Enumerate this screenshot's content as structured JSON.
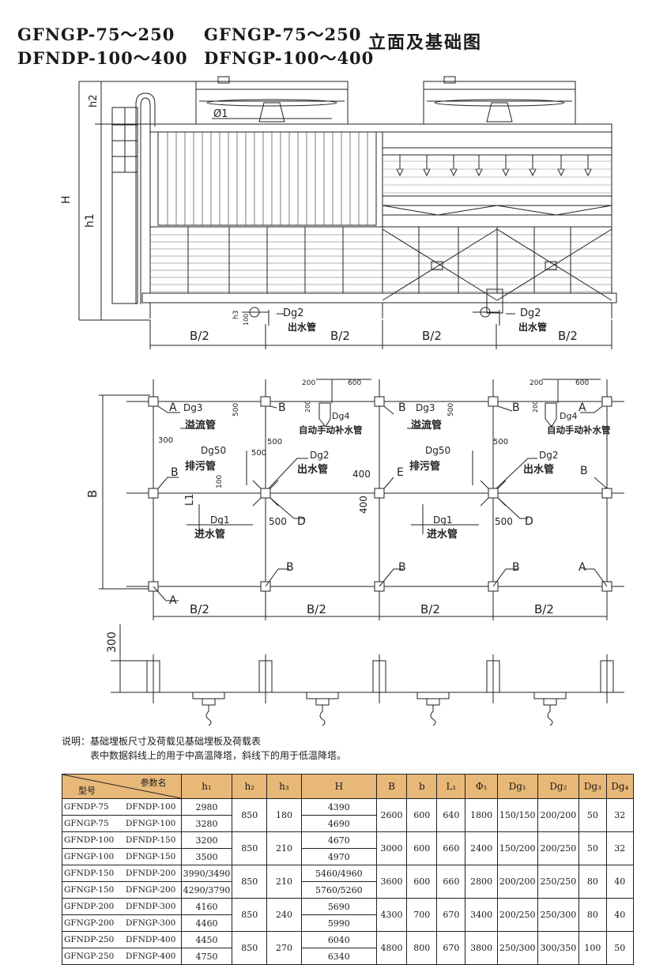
{
  "title": {
    "line1_a": "GFNGP-75～250",
    "line1_b": "GFNGP-75～250",
    "line2_a": "DFNDP-100～400",
    "line2_b": "DFNGP-100～400",
    "cn": "立面及基础图"
  },
  "elevation": {
    "dim_h2": "h2",
    "dim_H": "H",
    "dim_h1": "h1",
    "dim_h3": "h3",
    "dim_phi1": "Ø1",
    "dim_100": "100",
    "outlet_left": "Dg2",
    "outlet_left_cn": "出水管",
    "outlet_right": "Dg2",
    "outlet_right_cn": "出水管",
    "bottom_dims": [
      "B/2",
      "B/2",
      "B/2",
      "B/2"
    ]
  },
  "plan": {
    "dim_B": "B",
    "bottom_dims": [
      "B/2",
      "B/2",
      "B/2",
      "B/2"
    ],
    "left": {
      "pt_A_top": "A",
      "pt_B_top": "B",
      "dg3": "Dg3",
      "overflow": "溢流管",
      "d300": "300",
      "d500a": "500",
      "dg50": "Dg50",
      "drain": "排污管",
      "d500b": "500",
      "d500c": "500",
      "dg2": "Dg2",
      "outlet": "出水管",
      "pt_B_mid": "B",
      "L1": "L1",
      "d100": "100",
      "dg1": "Dg1",
      "inlet": "进水管",
      "d500d": "500",
      "pt_D": "D",
      "d200": "200",
      "d600": "600",
      "d200b": "200",
      "dg4": "Dg4",
      "makeup": "自动手动补水管",
      "pt_B_bot": "B",
      "pt_A_bot": "A"
    },
    "right": {
      "pt_B_top": "B",
      "pt_B_top2": "B",
      "pt_A_top": "A",
      "dg3": "Dg3",
      "overflow": "溢流管",
      "d500a": "500",
      "d400a": "400",
      "d400b": "400",
      "pt_E": "E",
      "dg50": "Dg50",
      "drain": "排污管",
      "d500b": "500",
      "dg2": "Dg2",
      "outlet": "出水管",
      "pt_B_mid": "B",
      "dg1": "Dg1",
      "inlet": "进水管",
      "d500c": "500",
      "pt_D": "D",
      "d200": "200",
      "d600": "600",
      "d200b": "200",
      "dg4": "Dg4",
      "makeup": "自动手动补水管",
      "pt_B_bot1": "B",
      "pt_B_bot2": "B",
      "pt_A_bot": "A"
    }
  },
  "foundation": {
    "dim_300": "300"
  },
  "notes": {
    "line1": "说明：基础埋板尺寸及荷载见基础埋板及荷载表",
    "line2": "表中数据斜线上的用于中高温降塔，斜线下的用于低温降塔。"
  },
  "table": {
    "corner_top": "参数名",
    "corner_bottom": "型号",
    "headers": [
      "h₁",
      "h₂",
      "h₃",
      "H",
      "B",
      "b",
      "L₁",
      "Φ₁",
      "Dg₁",
      "Dg₂",
      "Dg₃",
      "Dg₄"
    ],
    "groups": [
      {
        "models": [
          [
            "GFNDP-75",
            "DFNDP-100"
          ],
          [
            "GFNGP-75",
            "DFNGP-100"
          ]
        ],
        "h1": [
          "2980",
          "3280"
        ],
        "h2": "850",
        "h3": "180",
        "H": [
          "4390",
          "4690"
        ],
        "B": "2600",
        "b": "600",
        "L1": "640",
        "phi1": "1800",
        "dg1": "150/150",
        "dg2": "200/200",
        "dg3": "50",
        "dg4": "32"
      },
      {
        "models": [
          [
            "GFNDP-100",
            "DFNDP-150"
          ],
          [
            "GFNGP-100",
            "DFNGP-150"
          ]
        ],
        "h1": [
          "3200",
          "3500"
        ],
        "h2": "850",
        "h3": "210",
        "H": [
          "4670",
          "4970"
        ],
        "B": "3000",
        "b": "600",
        "L1": "660",
        "phi1": "2400",
        "dg1": "150/200",
        "dg2": "200/250",
        "dg3": "50",
        "dg4": "32"
      },
      {
        "models": [
          [
            "GFNDP-150",
            "DFNDP-200"
          ],
          [
            "GFNGP-150",
            "DFNGP-200"
          ]
        ],
        "h1": [
          "3990/3490",
          "4290/3790"
        ],
        "h2": "850",
        "h3": "210",
        "H": [
          "5460/4960",
          "5760/5260"
        ],
        "B": "3600",
        "b": "600",
        "L1": "660",
        "phi1": "2800",
        "dg1": "200/200",
        "dg2": "250/250",
        "dg3": "80",
        "dg4": "40"
      },
      {
        "models": [
          [
            "GFNDP-200",
            "DFNDP-300"
          ],
          [
            "GFNGP-200",
            "DFNGP-300"
          ]
        ],
        "h1": [
          "4160",
          "4460"
        ],
        "h2": "850",
        "h3": "240",
        "H": [
          "5690",
          "5990"
        ],
        "B": "4300",
        "b": "700",
        "L1": "670",
        "phi1": "3400",
        "dg1": "200/250",
        "dg2": "250/300",
        "dg3": "80",
        "dg4": "40"
      },
      {
        "models": [
          [
            "GFNDP-250",
            "DFNDP-400"
          ],
          [
            "GFNGP-250",
            "DFNGP-400"
          ]
        ],
        "h1": [
          "4450",
          "4750"
        ],
        "h2": "850",
        "h3": "270",
        "H": [
          "6040",
          "6340"
        ],
        "B": "4800",
        "b": "800",
        "L1": "670",
        "phi1": "3800",
        "dg1": "250/300",
        "dg2": "300/350",
        "dg3": "100",
        "dg4": "50"
      }
    ]
  }
}
